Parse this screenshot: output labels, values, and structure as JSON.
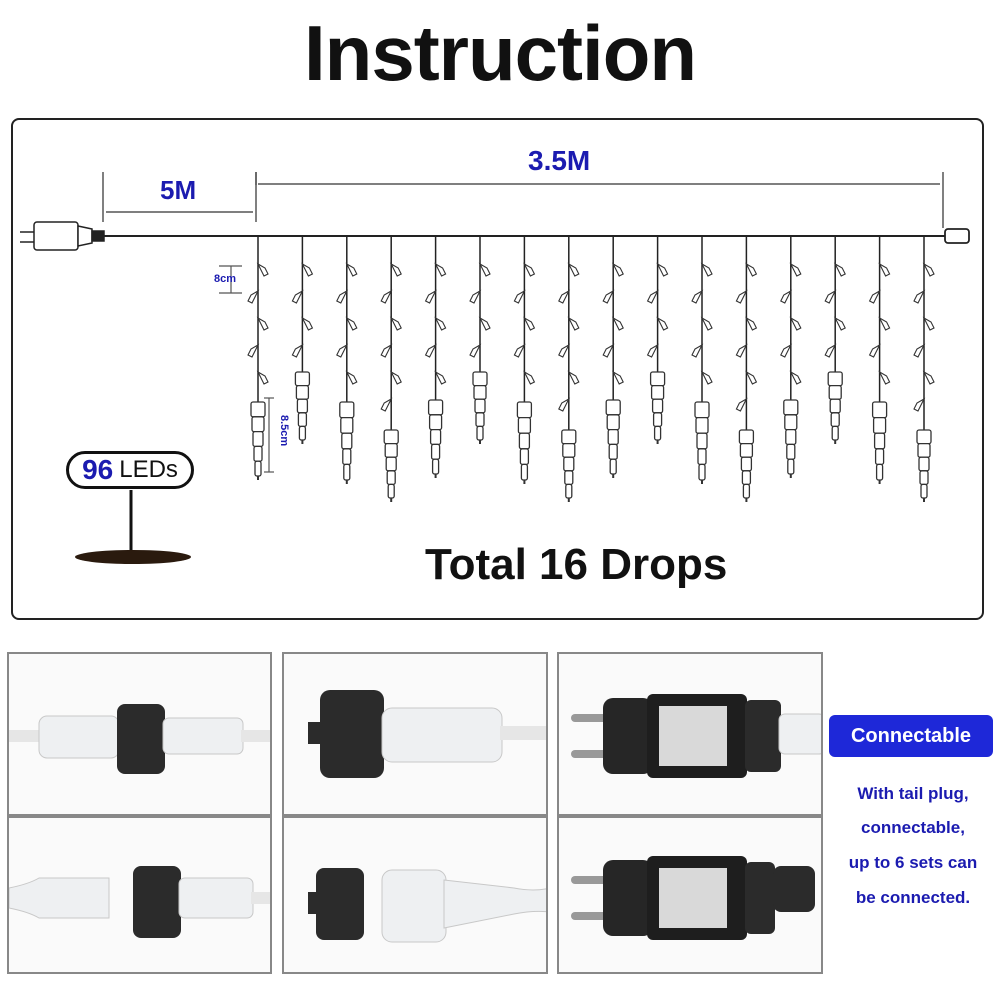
{
  "title": "Instruction",
  "dimensions": {
    "lead_length": "5M",
    "curtain_length": "3.5M",
    "drop_spacing": "8cm",
    "icicle_length": "8.5cm"
  },
  "total_drops": "Total 16 Drops",
  "led_badge": {
    "count": "96",
    "word": "LEDs"
  },
  "connectable": {
    "badge": "Connectable",
    "lines": [
      "With tail plug,",
      "connectable,",
      "up to 6 sets can",
      "be connected."
    ]
  },
  "colors": {
    "accent_blue": "#1e28d8",
    "dim_blue": "#1b1bb0",
    "outline": "#222222"
  },
  "photos": [
    "connector-joined",
    "connector-capped",
    "eu-plug-adapter",
    "connector-separated",
    "connector-cap-open",
    "eu-plug-adapter-with-cap"
  ]
}
